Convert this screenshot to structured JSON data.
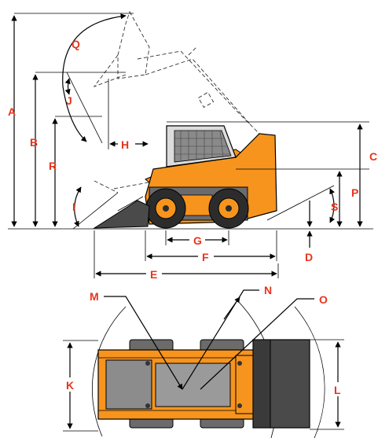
{
  "labels": {
    "A": "A",
    "B": "B",
    "C": "C",
    "D": "D",
    "E": "E",
    "F": "F",
    "G": "G",
    "H": "H",
    "I": "I",
    "J": "J",
    "K": "K",
    "L": "L",
    "M": "M",
    "N": "N",
    "O": "O",
    "P": "P",
    "Q": "Q",
    "R": "R",
    "S": "S"
  },
  "colors": {
    "machine_body": "#f7941d",
    "machine_dark": "#3a3a3a",
    "label_text": "#e8341c",
    "wheel_hub": "#f7941d"
  }
}
